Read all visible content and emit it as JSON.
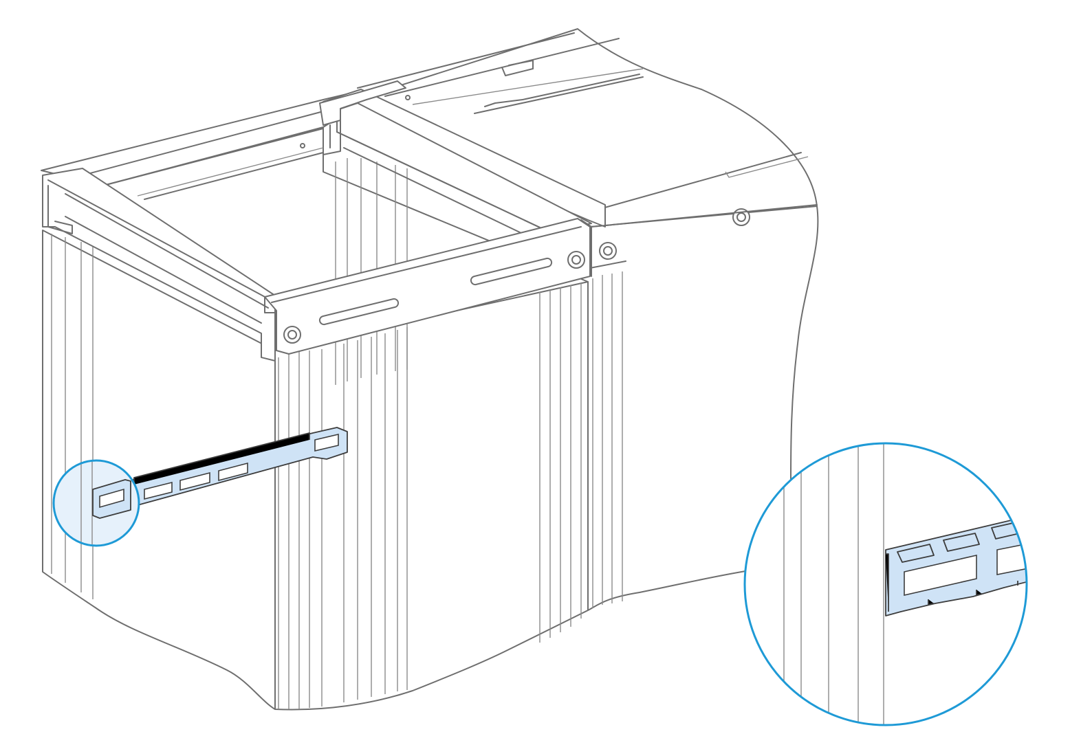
{
  "colors": {
    "outline": "#6e6e6e",
    "background": "#ffffff",
    "highlight_fill": "#cfe3f6",
    "callout_ring": "#1e9ad6",
    "callout_tint": "#e6f1fb"
  },
  "parts": {
    "cabinet_frame": "enclosure-frame",
    "highlighted_part": "perforated-mounting-rail",
    "detail_callout": "magnified-rail-detail"
  }
}
